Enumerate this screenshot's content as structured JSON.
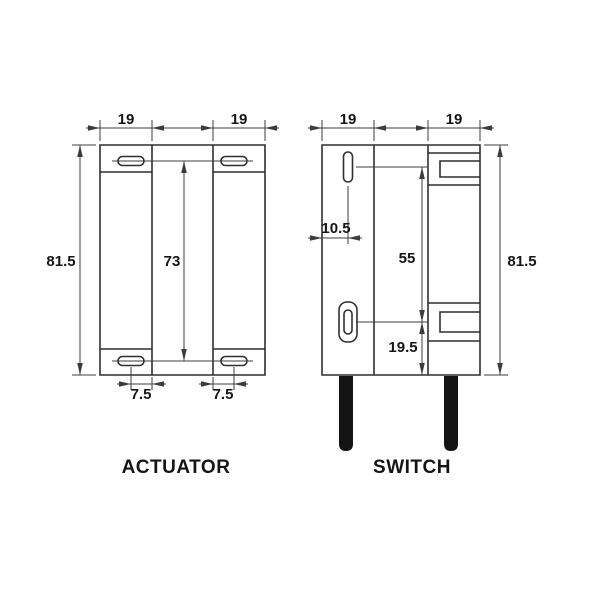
{
  "colors": {
    "line": "#2f2f2f",
    "dim": "#3c3c3c",
    "text": "#151515",
    "cable": "#141414",
    "background": "#ffffff"
  },
  "actuator": {
    "title": "ACTUATOR",
    "dims": {
      "flange_left": "19",
      "flange_right": "19",
      "overall_height": "81.5",
      "hole_spacing": "73",
      "slot_offset_left": "7.5",
      "slot_offset_right": "7.5"
    }
  },
  "switch": {
    "title": "SWITCH",
    "dims": {
      "flange_left": "19",
      "flange_right": "19",
      "hole_offset": "10.5",
      "hole_spacing": "55",
      "overall_height": "81.5",
      "hole_to_bottom": "19.5"
    }
  }
}
